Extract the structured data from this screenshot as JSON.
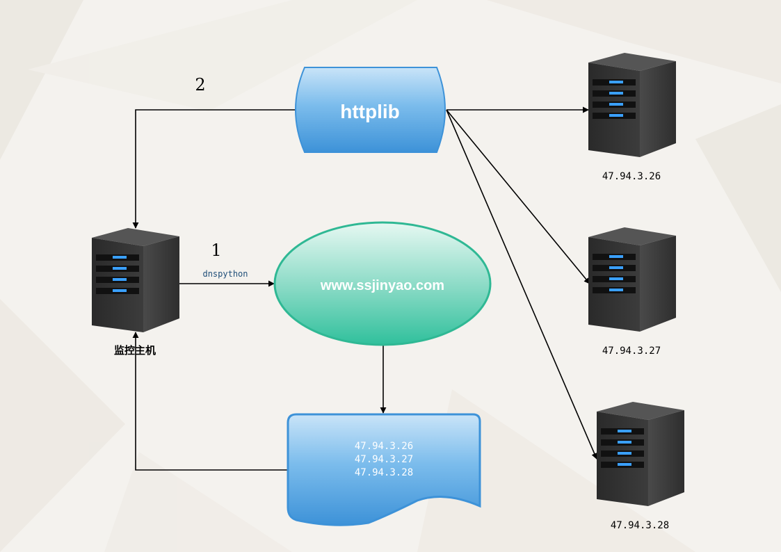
{
  "labels": {
    "step1": "1",
    "step2": "2",
    "dnspython": "dnspython",
    "httplib": "httplib",
    "domain": "www.ssjinyao.com",
    "monitor_host": "监控主机"
  },
  "dns_results": [
    "47.94.3.26",
    "47.94.3.27",
    "47.94.3.28"
  ],
  "servers": [
    {
      "ip": "47.94.3.26"
    },
    {
      "ip": "47.94.3.27"
    },
    {
      "ip": "47.94.3.28"
    }
  ],
  "colors": {
    "httplib_fill": "#5aa8e3",
    "domain_fill": "#3cc4a4",
    "doc_fill": "#5aa8e3",
    "server_body": "#3a3a3a",
    "server_led": "#3aa0ff",
    "dnspython_text": "#1f4e79"
  }
}
